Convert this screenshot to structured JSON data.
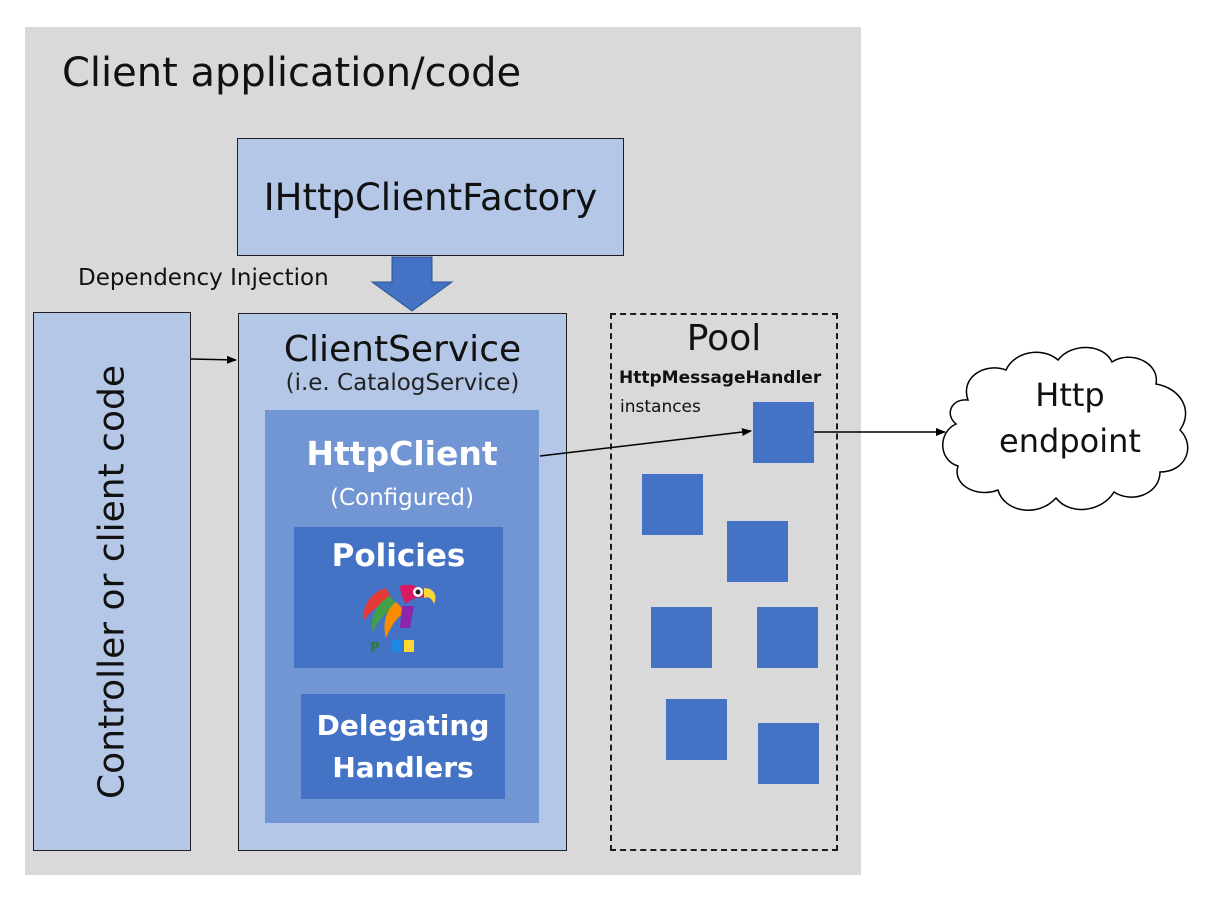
{
  "diagram": {
    "title": "Client application/code",
    "factory_label": "IHttpClientFactory",
    "dependency_injection_label": "Dependency Injection",
    "controller_label": "Controller or client code",
    "client_service": {
      "title": "ClientService",
      "subtitle": "(i.e. CatalogService)"
    },
    "http_client": {
      "title": "HttpClient",
      "subtitle": "(Configured)"
    },
    "policies_label": "Policies",
    "delegating_handlers": {
      "line1": "Delegating",
      "line2": "Handlers"
    },
    "pool": {
      "title": "Pool",
      "handler_label": "HttpMessageHandler",
      "instances_label": "instances",
      "instance_count": 7
    },
    "endpoint": {
      "line1": "Http",
      "line2": "endpoint"
    },
    "colors": {
      "background_panel": "#d9d9d9",
      "light_blue": "#b4c7e7",
      "mid_blue": "#7295d4",
      "dark_blue": "#4472c4"
    },
    "icons": {
      "logo": "polly-parrot-logo"
    }
  }
}
